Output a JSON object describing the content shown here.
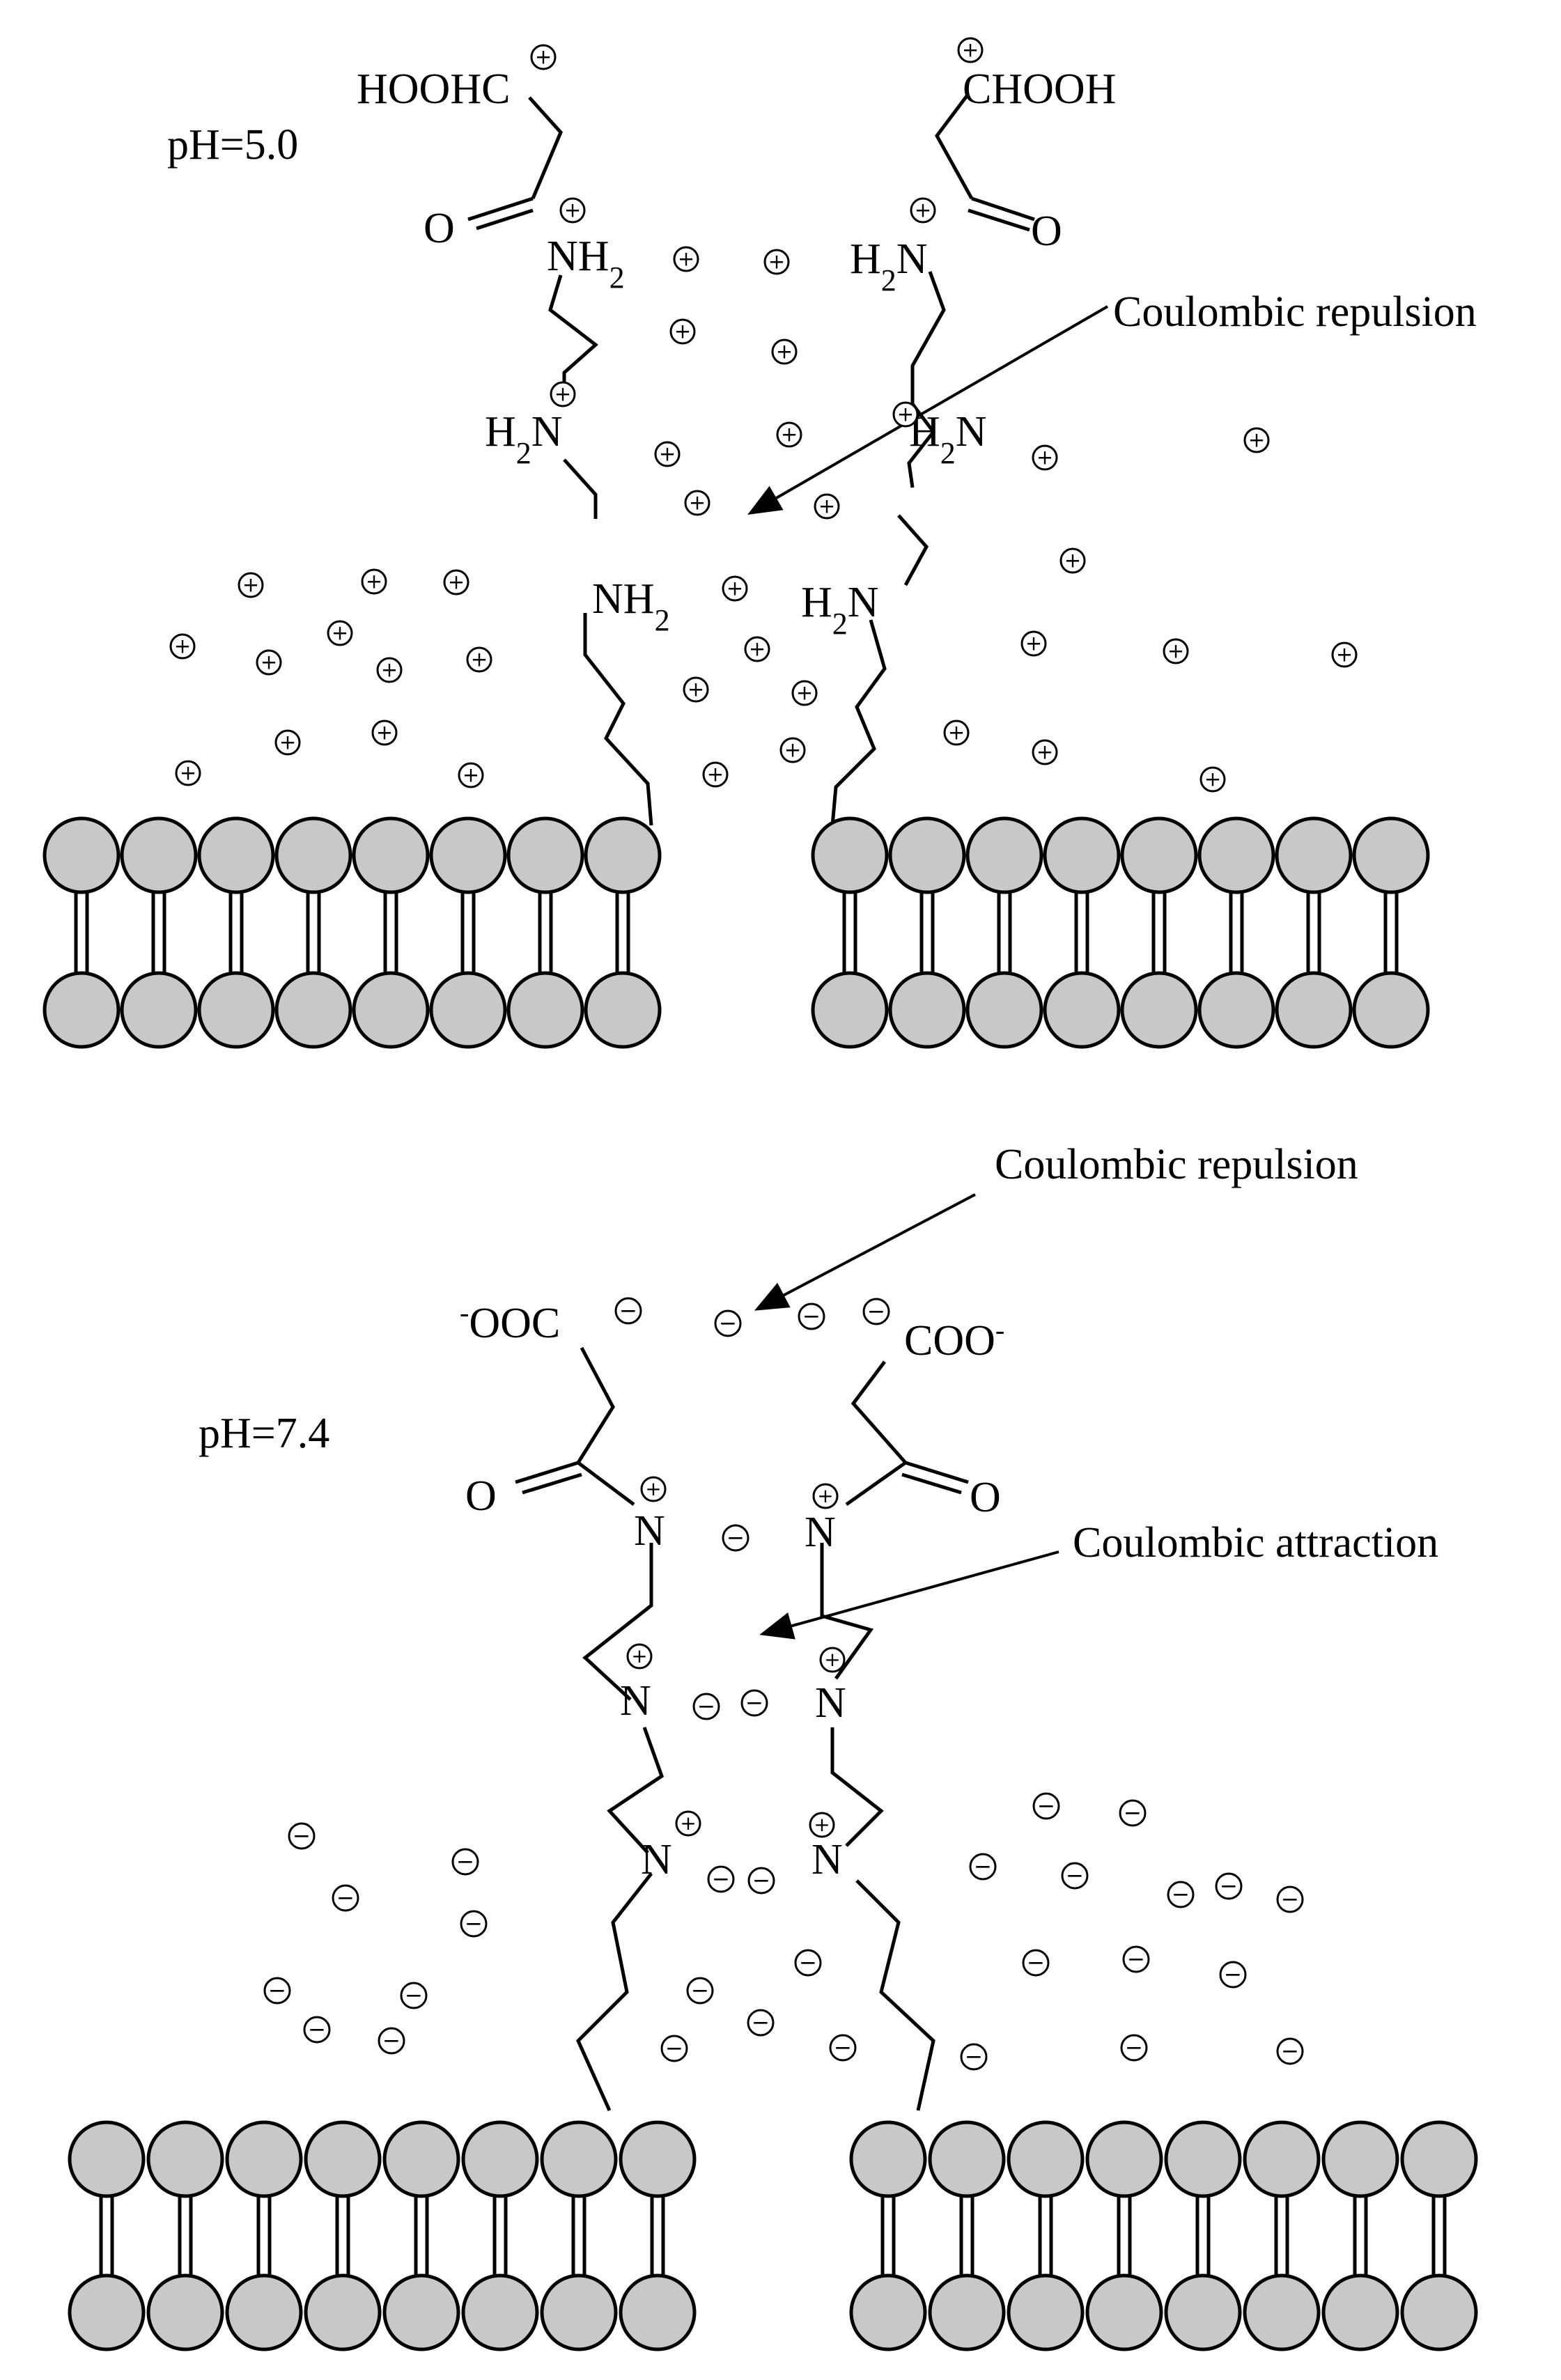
{
  "panels": [
    {
      "id": "acidic",
      "ph_label": "pH=5.0",
      "left_group": "HOOHC",
      "right_group": "CHOOH",
      "oxygen": "O",
      "amine_top": "NH2",
      "amine_mid": "H2N",
      "amine_low": "NH2",
      "annotation": "Coulombic repulsion",
      "ion_sign": "+"
    },
    {
      "id": "physiological",
      "ph_label": "pH=7.4",
      "left_group": "-OOC",
      "right_group": "COO-",
      "oxygen": "O",
      "amine": "N",
      "annotation_top": "Coulombic repulsion",
      "annotation_mid": "Coulombic attraction",
      "ion_sign": "−"
    }
  ],
  "colors": {
    "lipid_head": "#c8c8c8",
    "stroke": "#000000"
  }
}
